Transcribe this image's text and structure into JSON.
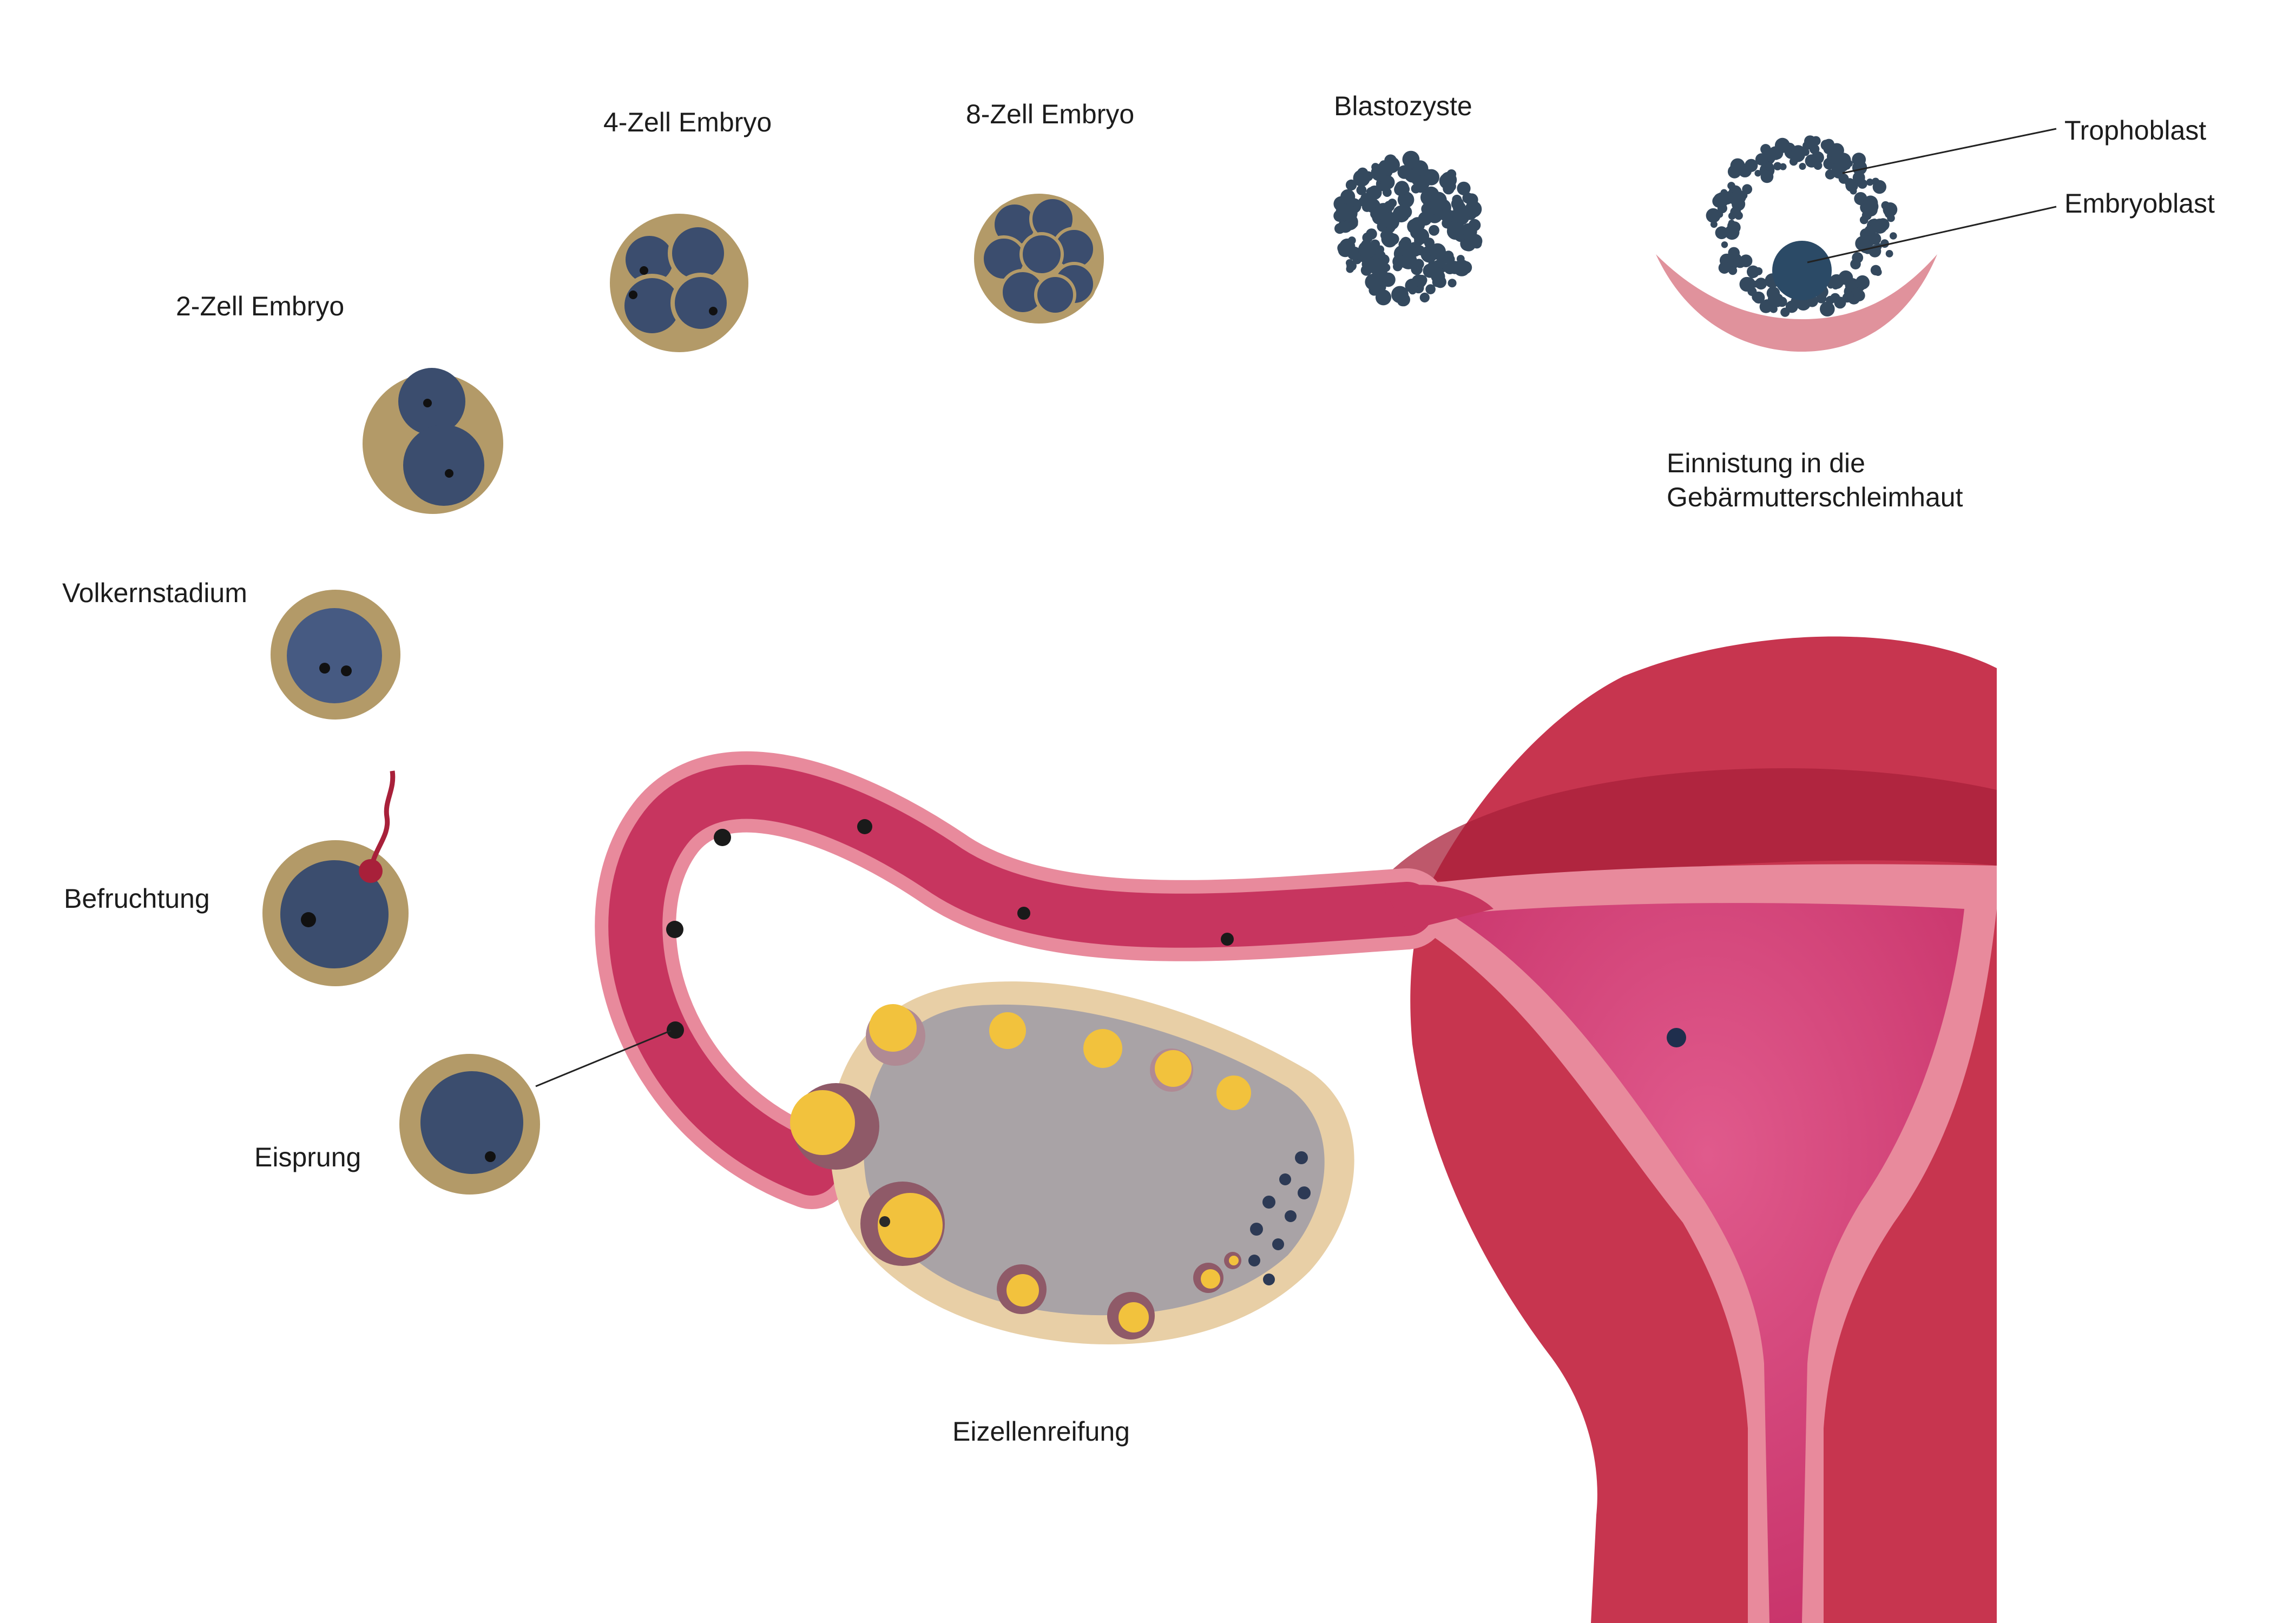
{
  "labels": {
    "zell2": "2-Zell Embryo",
    "zell4": "4-Zell Embryo",
    "zell8": "8-Zell Embryo",
    "blastozyste": "Blastozyste",
    "trophoblast": "Trophoblast",
    "embryoblast": "Embryoblast",
    "einnistung_line1": "Einnistung in die",
    "einnistung_line2": "Gebärmutterschleimhaut",
    "volkernstadium": "Volkernstadium",
    "befruchtung": "Befruchtung",
    "eisprung": "Eisprung",
    "eizellenreifung": "Eizellenreifung"
  },
  "colors": {
    "cell_blue": "#3b4d6e",
    "zona_gold": "#b39a68",
    "uterus_red": "#c7354f",
    "uterus_dark": "#a8203a",
    "mucosa_pink": "#e88a9c",
    "cavity_magenta": "#d94a7c",
    "ovary_gray": "#a9a3a6",
    "ovary_border": "#e8cfa6",
    "follicle_yellow": "#f2c23d"
  }
}
